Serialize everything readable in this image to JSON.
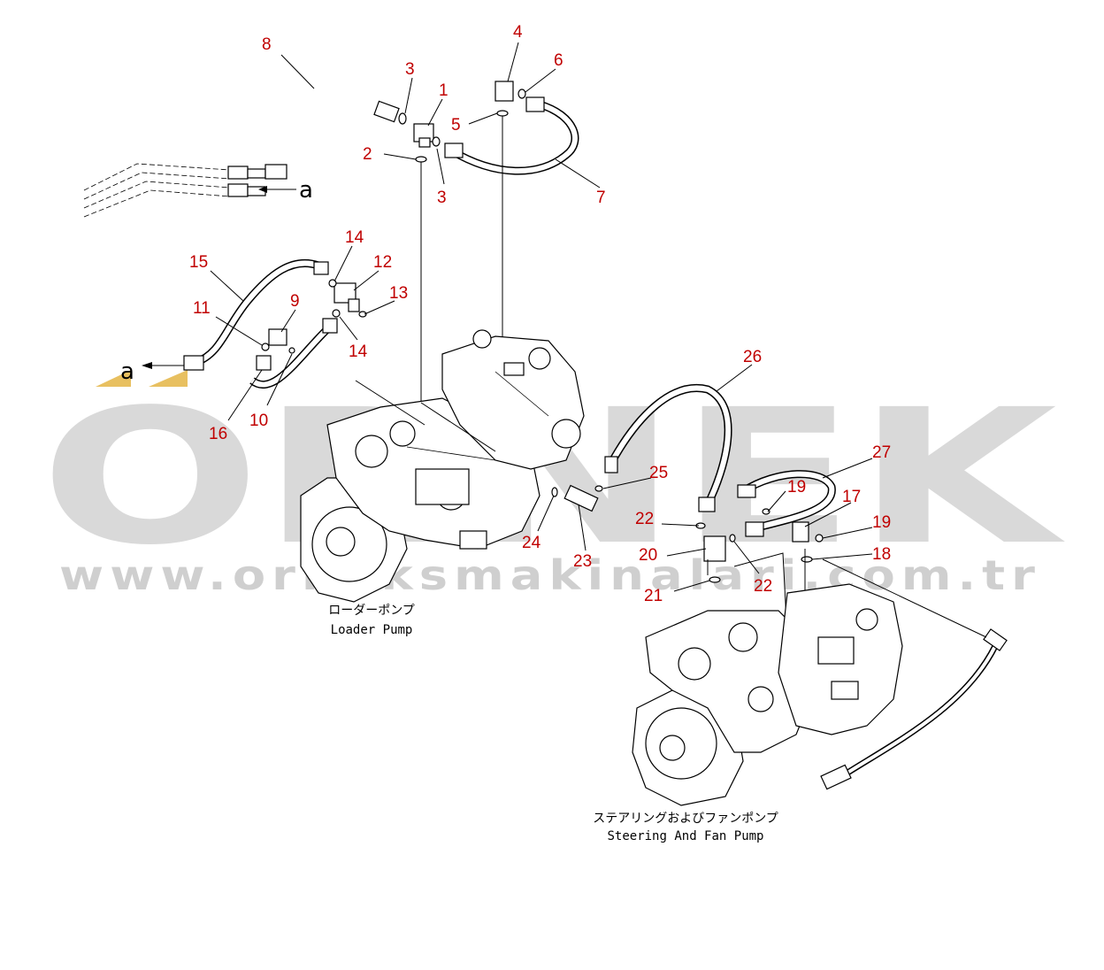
{
  "watermark": {
    "brand": "ORNEK",
    "url": "www.orneksmakinalari.com.tr"
  },
  "reference_letter": "a",
  "captions": {
    "loader_pump_jp": "ローダーポンプ",
    "loader_pump_en": "Loader Pump",
    "steering_pump_jp": "ステアリングおよびファンポンプ",
    "steering_pump_en": "Steering And Fan Pump"
  },
  "callouts": [
    "8",
    "3",
    "1",
    "2",
    "3",
    "4",
    "6",
    "5",
    "7",
    "14",
    "12",
    "15",
    "13",
    "9",
    "11",
    "14",
    "16",
    "10",
    "26",
    "25",
    "27",
    "19",
    "17",
    "22",
    "19",
    "24",
    "20",
    "18",
    "23",
    "22",
    "21"
  ],
  "colors": {
    "callout": "#c00000",
    "watermark": "#d9d9d9",
    "marker": "#e8c060"
  }
}
